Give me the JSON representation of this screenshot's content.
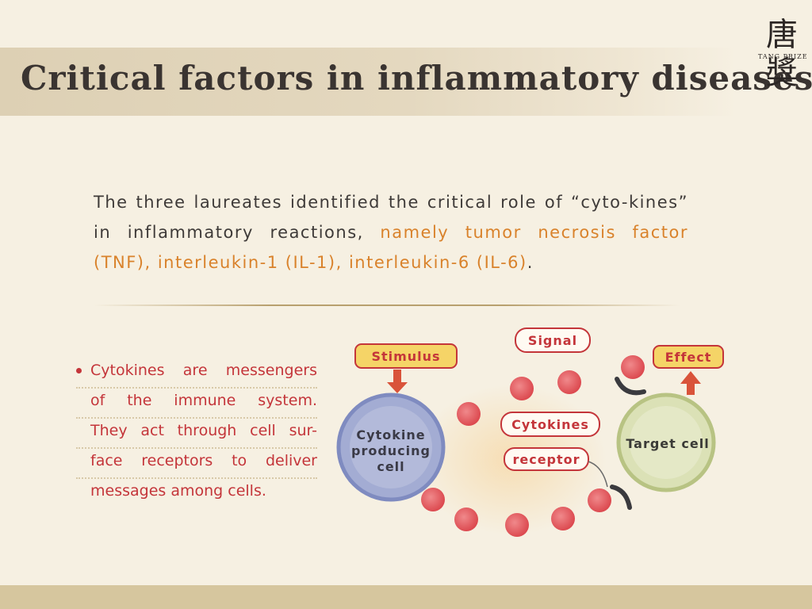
{
  "title": "Critical factors in inflammatory diseases",
  "logo": {
    "text": "TANG PRIZE",
    "char_top": "唐",
    "char_bottom": "獎"
  },
  "intro": {
    "part1": "The three laureates identified the critical role of “cyto-kines” in inflammatory reactions, ",
    "highlight": "namely tumor necrosis factor (TNF), interleukin-1 (IL-1), interleukin-6 (IL-6)",
    "part2": "."
  },
  "bullet": {
    "lines": [
      "Cytokines are messengers",
      "of the immune system.",
      "They act through cell sur-",
      "face receptors to deliver",
      "messages among cells."
    ]
  },
  "diagram": {
    "stimulus_label": "Stimulus",
    "signal_label": "Signal",
    "effect_label": "Effect",
    "cytokines_label": "Cytokines",
    "receptor_label": "receptor",
    "producing_cell_label": [
      "Cytokine",
      "producing",
      "cell"
    ],
    "target_cell_label": "Target cell"
  },
  "colors": {
    "background": "#f6f0e2",
    "title_band": "#ddd0b4",
    "highlight_orange": "#d9822b",
    "bullet_red": "#c4353a",
    "label_yellow": "#f5d467",
    "arrow_red": "#d9533a",
    "producing_cell": "#8b96c4",
    "target_cell": "#c2cc8e",
    "cytokine_dot": "#e2565b"
  }
}
